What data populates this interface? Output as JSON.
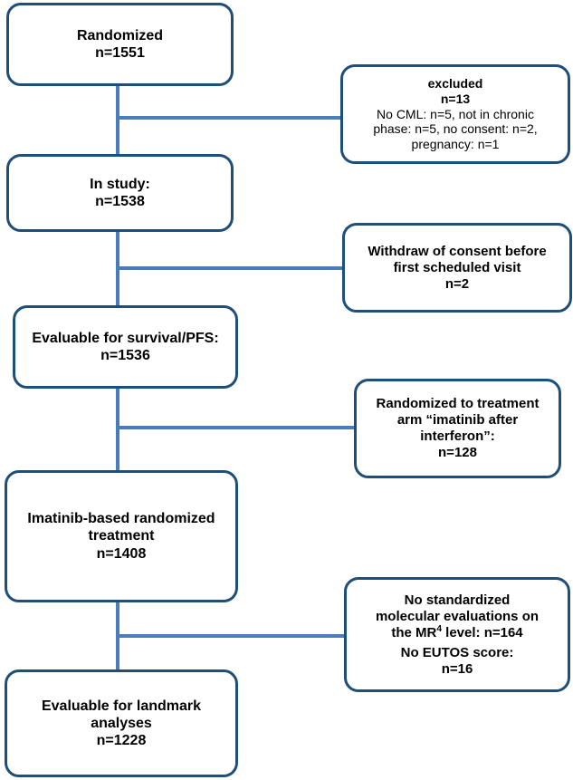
{
  "diagram": {
    "title": "CML study CONSORT patient flow diagram",
    "accent_border_color": "#1F4E79",
    "connector_color": "#4A7EBB",
    "background_color": "#FFFFFF"
  },
  "main_nodes": [
    {
      "id": "randomized",
      "lines": [
        {
          "text": "Randomized",
          "bold": true
        },
        {
          "text": "n=1551",
          "bold": true
        }
      ]
    },
    {
      "id": "in-study",
      "lines": [
        {
          "text": "In study:",
          "bold": true
        },
        {
          "text": "n=1538",
          "bold": true
        }
      ]
    },
    {
      "id": "evaluable-survival-pfs",
      "lines": [
        {
          "text": "Evaluable for survival/PFS:",
          "bold": true
        },
        {
          "text": "n=1536",
          "bold": true
        }
      ]
    },
    {
      "id": "imatinib-based-treatment",
      "lines": [
        {
          "text": "Imatinib-based randomized",
          "bold": true
        },
        {
          "text": "treatment",
          "bold": true
        },
        {
          "text": "n=1408",
          "bold": true
        }
      ]
    },
    {
      "id": "evaluable-landmark",
      "lines": [
        {
          "text": "Evaluable for landmark",
          "bold": true
        },
        {
          "text": "analyses",
          "bold": true
        },
        {
          "text": "n=1228",
          "bold": true
        }
      ]
    }
  ],
  "side_nodes": [
    {
      "id": "excluded",
      "lines": [
        {
          "text": "excluded",
          "bold": true
        },
        {
          "text": "n=13",
          "bold": true
        },
        {
          "text": "No CML: n=5, not in chronic",
          "bold": false
        },
        {
          "text": "phase: n=5, no consent: n=2,",
          "bold": false
        },
        {
          "text": "pregnancy: n=1",
          "bold": false
        }
      ]
    },
    {
      "id": "withdraw-consent",
      "lines": [
        {
          "text": "Withdraw of consent before",
          "bold": true
        },
        {
          "text": "first scheduled visit",
          "bold": true
        },
        {
          "text": "n=2",
          "bold": true
        }
      ]
    },
    {
      "id": "randomized-imatinib-after-interferon",
      "lines": [
        {
          "text": "Randomized to treatment",
          "bold": true
        },
        {
          "text": "arm “imatinib after",
          "bold": true
        },
        {
          "text": "interferon”:",
          "bold": true
        },
        {
          "text": "n=128",
          "bold": true
        }
      ]
    },
    {
      "id": "no-standardized-molecular",
      "lines": [
        {
          "text": "No standardized",
          "bold": true
        },
        {
          "text": "molecular evaluations on",
          "bold": true
        },
        {
          "text": "the MR4 level: n=164",
          "bold": true,
          "html": "the MR<sup>4</sup> level: n=164"
        },
        {
          "text": "No EUTOS score:",
          "bold": true
        },
        {
          "text": "n=16",
          "bold": true
        }
      ]
    }
  ]
}
